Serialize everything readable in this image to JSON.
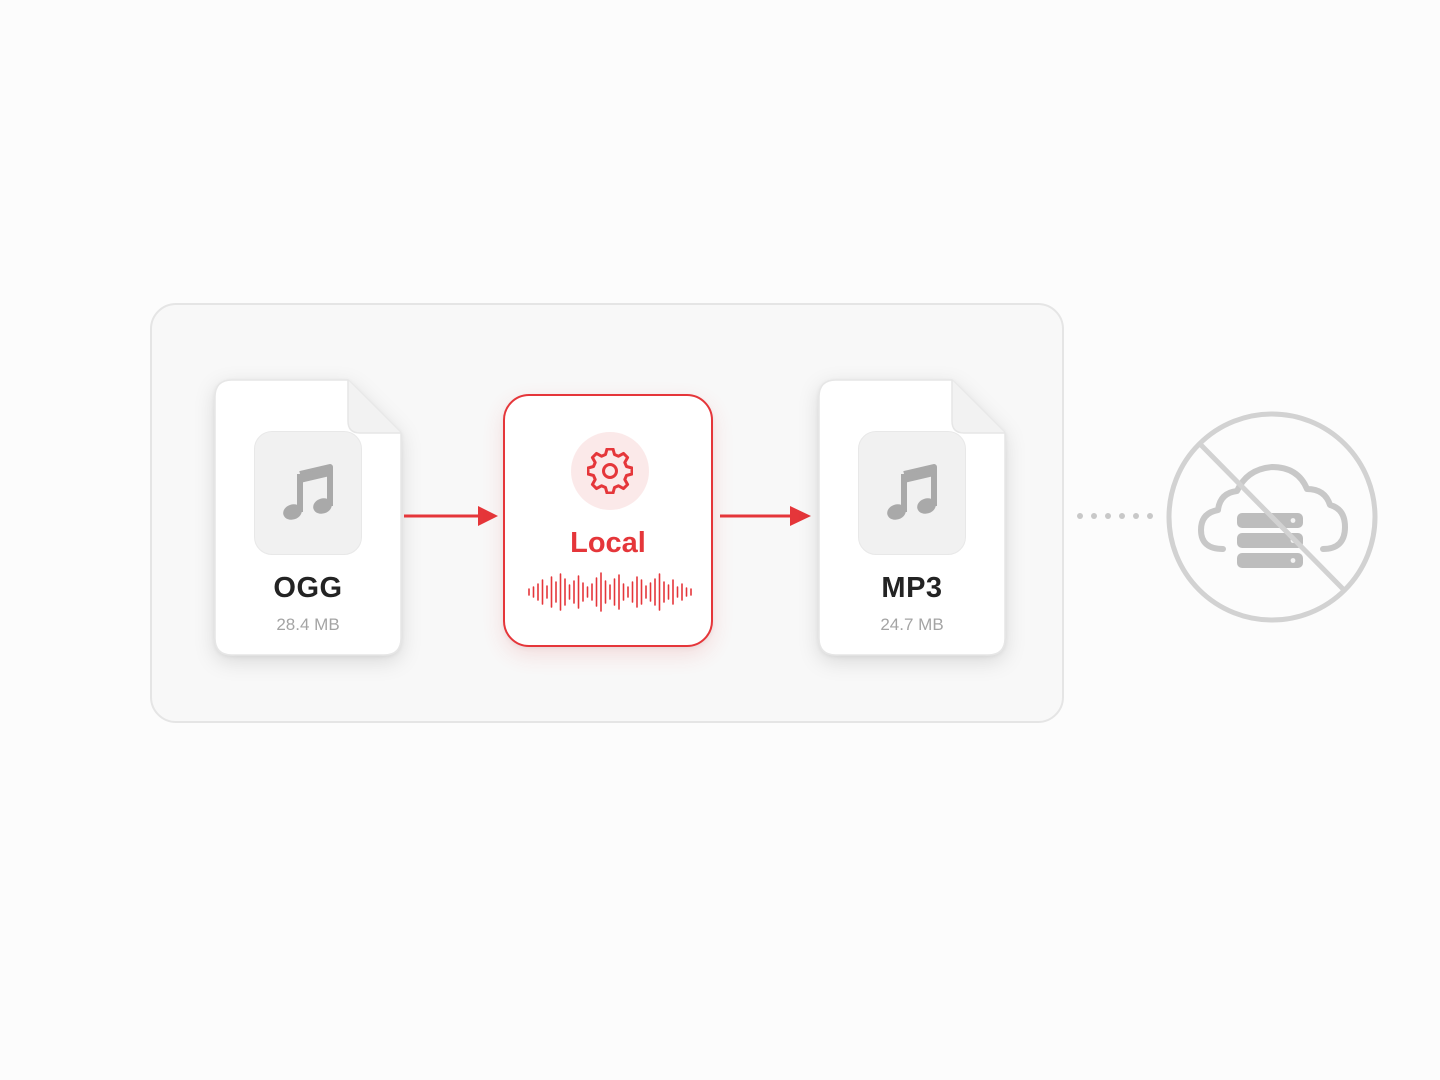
{
  "diagram": {
    "source_file": {
      "format": "OGG",
      "size": "28.4 MB",
      "icon": "music-note-icon"
    },
    "processor": {
      "label": "Local",
      "icon": "gear-icon",
      "visual": "waveform-icon"
    },
    "output_file": {
      "format": "MP3",
      "size": "24.7 MB",
      "icon": "music-note-icon"
    },
    "cloud_status": {
      "icon": "no-cloud-server-icon"
    }
  },
  "colors": {
    "accent": "#e5363a",
    "accent_soft": "#fbe9e9",
    "muted_icon": "#a9a9a9",
    "text_primary": "#232323",
    "text_secondary": "#a4a4a4",
    "panel_bg": "#f8f8f8",
    "panel_border": "#e5e5e5"
  }
}
